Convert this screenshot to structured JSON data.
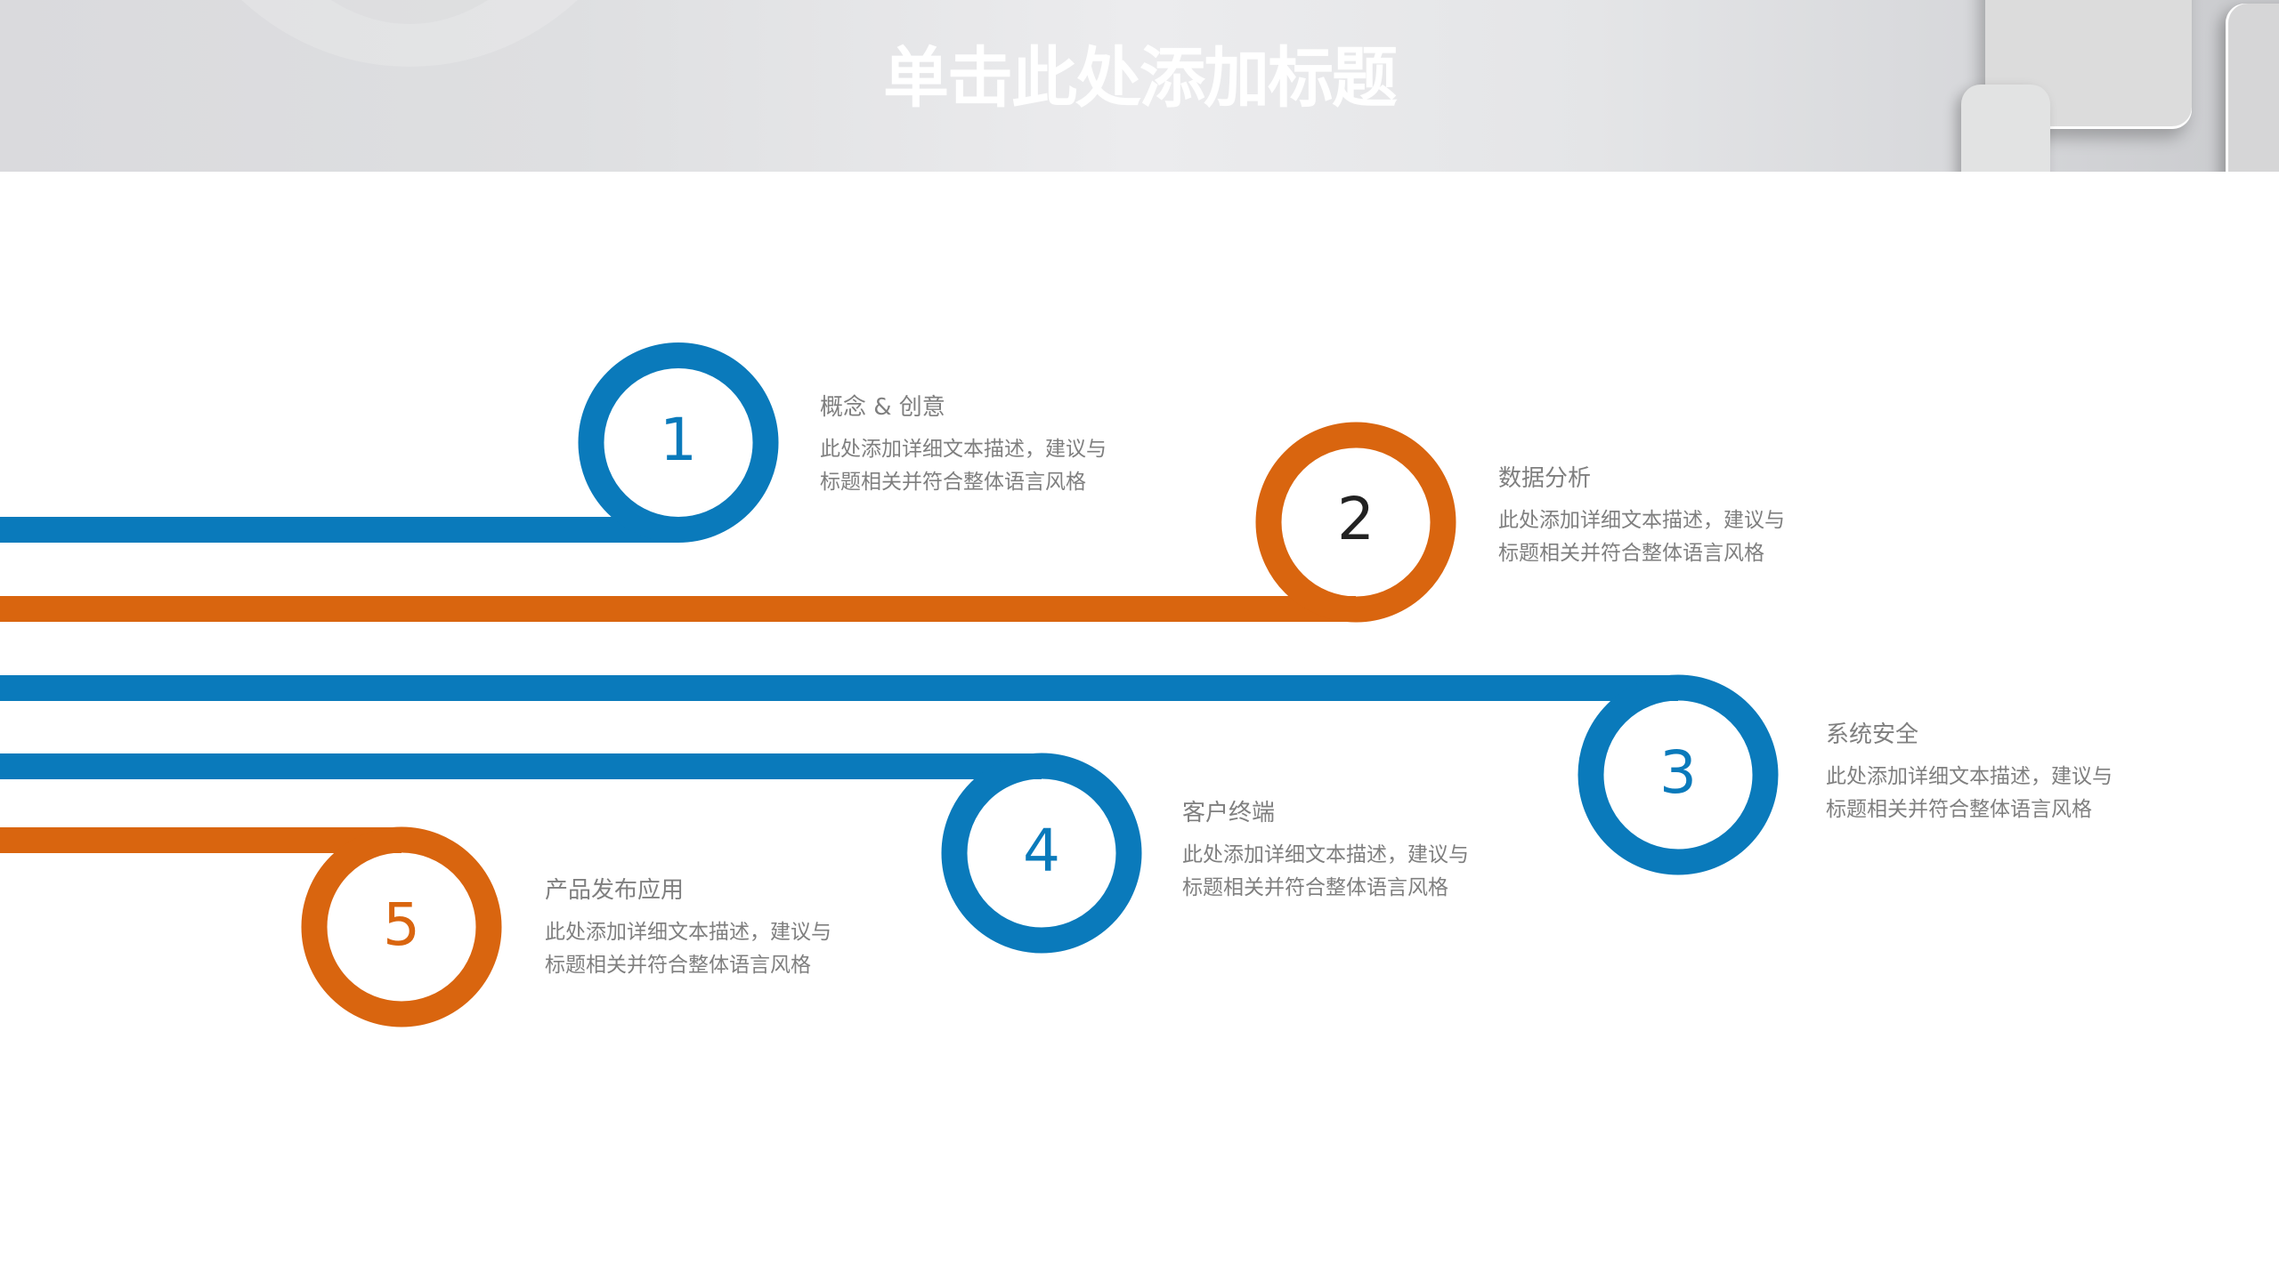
{
  "header": {
    "title": "单击此处添加标题"
  },
  "colors": {
    "blue": "#0a7abb",
    "orange": "#d9650f",
    "text_gray": "#7f7f7f",
    "number_dark": "#222222"
  },
  "steps": [
    {
      "number": "1",
      "heading": "概念 & 创意",
      "desc_line1": "此处添加详细文本描述，建议与",
      "desc_line2": "标题相关并符合整体语言风格",
      "color": "blue"
    },
    {
      "number": "2",
      "heading": "数据分析",
      "desc_line1": "此处添加详细文本描述，建议与",
      "desc_line2": "标题相关并符合整体语言风格",
      "color": "orange"
    },
    {
      "number": "3",
      "heading": "系统安全",
      "desc_line1": "此处添加详细文本描述，建议与",
      "desc_line2": "标题相关并符合整体语言风格",
      "color": "blue"
    },
    {
      "number": "4",
      "heading": "客户终端",
      "desc_line1": "此处添加详细文本描述，建议与",
      "desc_line2": "标题相关并符合整体语言风格",
      "color": "blue"
    },
    {
      "number": "5",
      "heading": "产品发布应用",
      "desc_line1": "此处添加详细文本描述，建议与",
      "desc_line2": "标题相关并符合整体语言风格",
      "color": "orange"
    }
  ]
}
